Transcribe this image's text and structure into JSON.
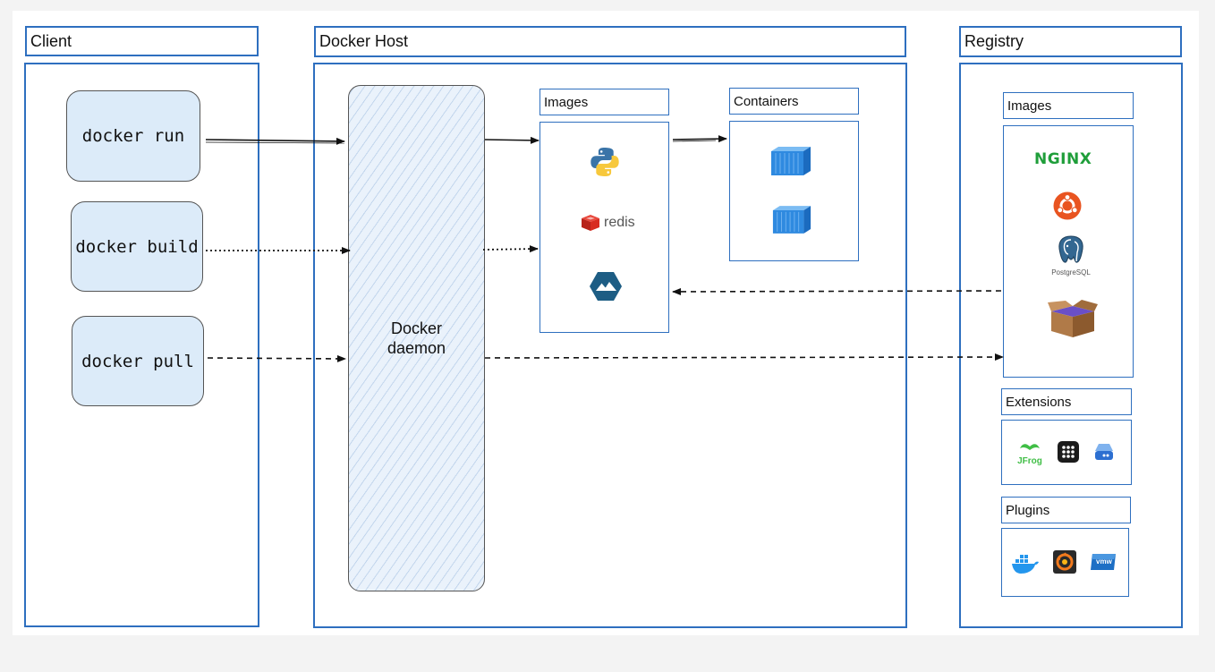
{
  "client": {
    "title": "Client",
    "commands": [
      "docker run",
      "docker build",
      "docker pull"
    ]
  },
  "host": {
    "title": "Docker Host",
    "daemon_label": "Docker daemon",
    "images_title": "Images",
    "images": [
      {
        "icon": "python-icon"
      },
      {
        "icon": "redis-icon",
        "text": "redis"
      },
      {
        "icon": "alpine-icon"
      }
    ],
    "containers_title": "Containers",
    "containers": [
      {
        "icon": "container-icon"
      },
      {
        "icon": "container-icon"
      }
    ]
  },
  "registry": {
    "title": "Registry",
    "images_title": "Images",
    "images": [
      {
        "icon": "nginx-logo",
        "text": "NGINX"
      },
      {
        "icon": "ubuntu-icon"
      },
      {
        "icon": "postgresql-icon",
        "text": "PostgreSQL"
      },
      {
        "icon": "package-box-icon"
      }
    ],
    "extensions_title": "Extensions",
    "extensions": [
      {
        "icon": "jfrog-icon",
        "text": "JFrog"
      },
      {
        "icon": "dots-grid-icon"
      },
      {
        "icon": "drive-icon"
      }
    ],
    "plugins_title": "Plugins",
    "plugins": [
      {
        "icon": "docker-whale-icon"
      },
      {
        "icon": "grafana-icon"
      },
      {
        "icon": "vmware-icon",
        "text": "vmw"
      }
    ]
  },
  "colors": {
    "border": "#2e6fbf",
    "command_fill": "#dcebf9",
    "docker_blue": "#3a9ae8",
    "redis_red": "#d82c20",
    "nginx_green": "#1f9e3a",
    "ubuntu_orange": "#e95420"
  }
}
